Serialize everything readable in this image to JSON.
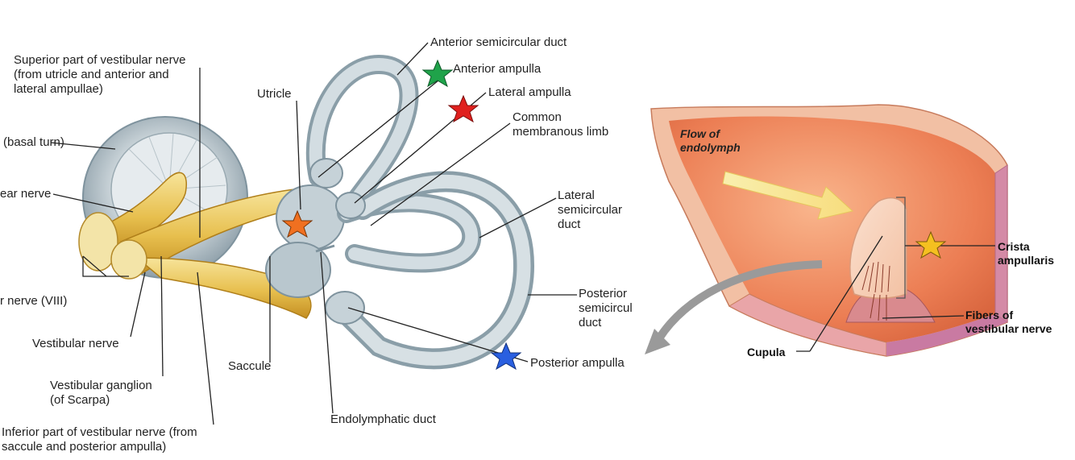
{
  "left_figure": {
    "labels": {
      "superior_part": "Superior part of vestibular nerve\n(from utricle and anterior and\nlateral ampullae)",
      "basal_turn": "(basal turn)",
      "cochlear_nerve": "ear nerve",
      "nerve_viii": "r nerve (VIII)",
      "vestibular_nerve": "Vestibular nerve",
      "vestibular_ganglion": "Vestibular ganglion\n(of Scarpa)",
      "inferior_part": "Inferior part of vestibular nerve (from\nsaccule and posterior ampulla)",
      "utricle": "Utricle",
      "saccule": "Saccule",
      "endolymphatic_duct": "Endolymphatic duct",
      "anterior_semicircular_duct": "Anterior semicircular duct",
      "anterior_ampulla": "Anterior ampulla",
      "lateral_ampulla": "Lateral ampulla",
      "common_membranous_limb": "Common\nmembranous limb",
      "lateral_semicircular_duct": "Lateral\nsemicircular\nduct",
      "posterior_semicircular_duct": "Posterior\nsemicircul\nduct",
      "posterior_ampulla": "Posterior ampulla"
    },
    "star_markers": [
      {
        "name": "anterior-ampulla-star",
        "color": "#1fa34a"
      },
      {
        "name": "lateral-ampulla-star",
        "color": "#e0201e"
      },
      {
        "name": "utricle-star",
        "color": "#f07020"
      },
      {
        "name": "posterior-ampulla-star",
        "color": "#2a5fe0"
      }
    ]
  },
  "right_figure": {
    "labels": {
      "flow_of_endolymph": "Flow of\nendolymph",
      "crista_ampullaris": "Crista\nampullaris",
      "fibers_vestibular_nerve": "Fibers of\nvestibular nerve",
      "cupula": "Cupula"
    },
    "star_marker": {
      "name": "crista-star",
      "color": "#f5c020"
    }
  }
}
